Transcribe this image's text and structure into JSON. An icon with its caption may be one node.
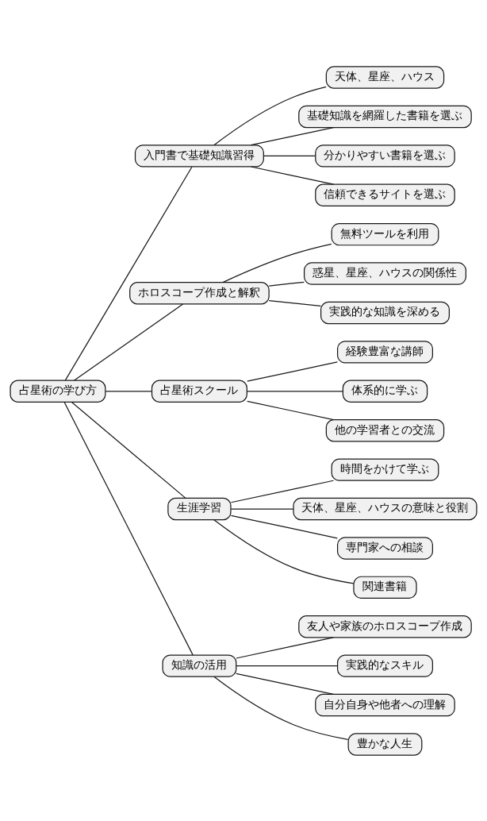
{
  "diagram": {
    "nodes": [
      {
        "text": [
          "占星術の学び方"
        ]
      },
      {
        "text": [
          "入門書で基礎知識習得"
        ]
      },
      {
        "text": [
          "天体、星座、ハウス"
        ]
      },
      {
        "text": [
          "基礎知識を網羅した書籍を選ぶ"
        ]
      },
      {
        "text": [
          "分かりやすい書籍を選ぶ"
        ]
      },
      {
        "text": [
          "信頼できるサイトを選ぶ"
        ]
      },
      {
        "text": [
          "ホロスコープ作成と解釈"
        ]
      },
      {
        "text": [
          "無料ツールを利用"
        ]
      },
      {
        "text": [
          "惑星、星座、ハウスの関係性"
        ]
      },
      {
        "text": [
          "実践的な知識を深める"
        ]
      },
      {
        "text": [
          "占星術スクール"
        ]
      },
      {
        "text": [
          "経験豊富な講師"
        ]
      },
      {
        "text": [
          "体系的に学ぶ"
        ]
      },
      {
        "text": [
          "他の学習者との交流"
        ]
      },
      {
        "text": [
          "生涯学習"
        ]
      },
      {
        "text": [
          "時間をかけて学ぶ"
        ]
      },
      {
        "text": [
          "天体、星座、ハウスの意味と役割"
        ]
      },
      {
        "text": [
          "専門家への相談"
        ]
      },
      {
        "text": [
          "関連書籍"
        ]
      },
      {
        "text": [
          "知識の活用"
        ]
      },
      {
        "text": [
          "友人や家族のホロスコープ作成"
        ]
      },
      {
        "text": [
          "実践的なスキル"
        ]
      },
      {
        "text": [
          "自分自身や他者への理解"
        ]
      },
      {
        "text": [
          "豊かな人生"
        ]
      }
    ],
    "edges": [
      {
        "from": 0,
        "to": 1,
        "arrow": "none"
      },
      {
        "from": 1,
        "to": 2,
        "arrow": "none"
      },
      {
        "from": 1,
        "to": 3,
        "arrow": "none"
      },
      {
        "from": 1,
        "to": 4,
        "arrow": "none"
      },
      {
        "from": 1,
        "to": 5,
        "arrow": "none"
      },
      {
        "from": 0,
        "to": 6,
        "arrow": "none"
      },
      {
        "from": 6,
        "to": 7,
        "arrow": "none"
      },
      {
        "from": 6,
        "to": 8,
        "arrow": "none"
      },
      {
        "from": 6,
        "to": 9,
        "arrow": "none"
      },
      {
        "from": 0,
        "to": 10,
        "arrow": "none"
      },
      {
        "from": 10,
        "to": 11,
        "arrow": "none"
      },
      {
        "from": 10,
        "to": 12,
        "arrow": "none"
      },
      {
        "from": 10,
        "to": 13,
        "arrow": "none"
      },
      {
        "from": 0,
        "to": 14,
        "arrow": "none"
      },
      {
        "from": 14,
        "to": 15,
        "arrow": "none"
      },
      {
        "from": 14,
        "to": 16,
        "arrow": "none"
      },
      {
        "from": 14,
        "to": 17,
        "arrow": "none"
      },
      {
        "from": 14,
        "to": 18,
        "arrow": "none"
      },
      {
        "from": 0,
        "to": 19,
        "arrow": "none"
      },
      {
        "from": 19,
        "to": 20,
        "arrow": "none"
      },
      {
        "from": 19,
        "to": 21,
        "arrow": "none"
      },
      {
        "from": 19,
        "to": 22,
        "arrow": "none"
      },
      {
        "from": 19,
        "to": 23,
        "arrow": "none"
      }
    ]
  }
}
